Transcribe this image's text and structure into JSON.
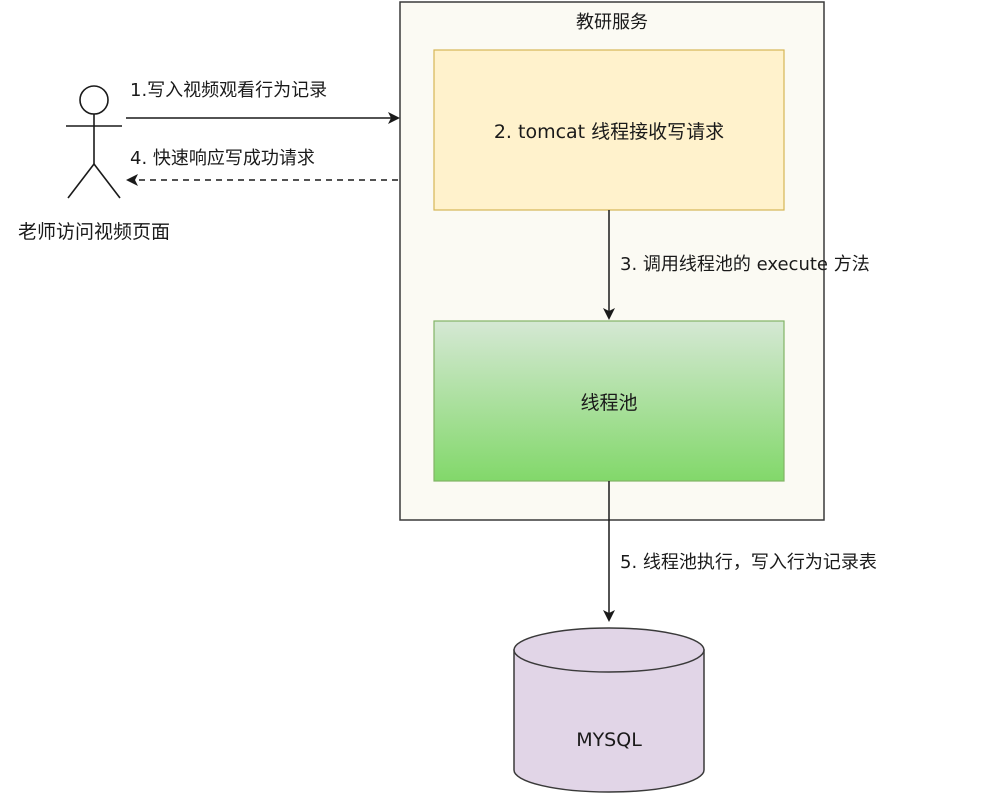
{
  "service_container": {
    "title": "教研服务"
  },
  "actor": {
    "label": "老师访问视频页面"
  },
  "boxes": {
    "tomcat": {
      "label": "2.  tomcat 线程接收写请求",
      "fill": "#fff2cc",
      "stroke": "#d6b656"
    },
    "thread_pool": {
      "label": "线程池",
      "gradient_top": "#d5e8d4",
      "gradient_bottom": "#82d86a",
      "stroke": "#82b366"
    },
    "database": {
      "label": "MYSQL",
      "fill": "#e1d5e7",
      "stroke": "#3a3a3a"
    }
  },
  "edges": {
    "step1": "1.写入视频观看行为记录",
    "step3": "3.  调用线程池的 execute 方法",
    "step4": "4.  快速响应写成功请求",
    "step5": "5. 线程池执行，写入行为记录表"
  },
  "colors": {
    "container_fill": "#fbfaf3",
    "container_stroke": "#3a3a3a",
    "line": "#1a1a1a"
  }
}
